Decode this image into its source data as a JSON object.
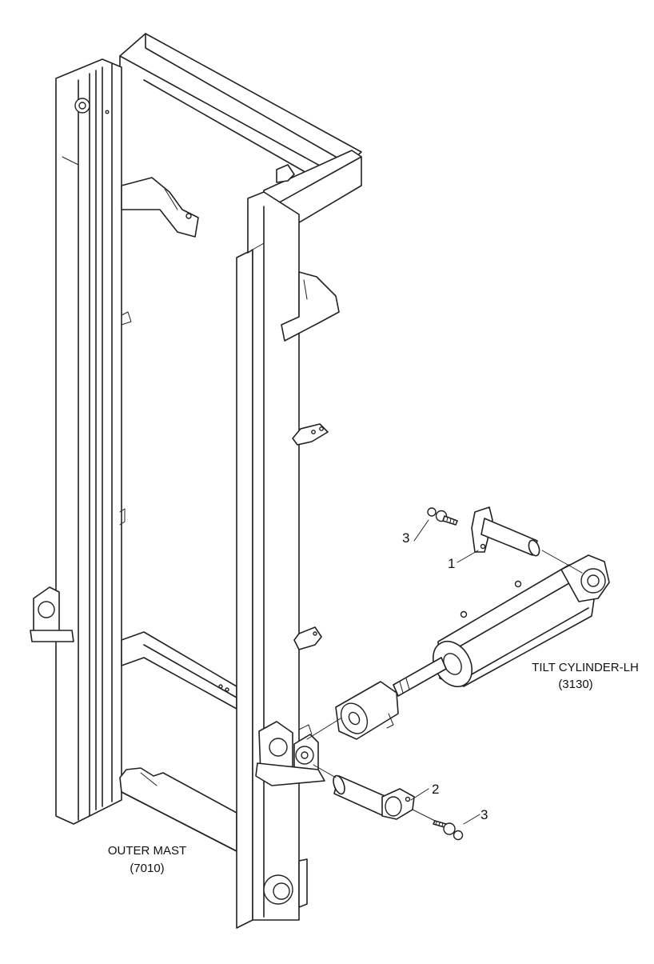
{
  "labels": {
    "outer_mast_name": "OUTER MAST",
    "outer_mast_code": "(7010)",
    "tilt_cylinder_name": "TILT CYLINDER-LH",
    "tilt_cylinder_code": "(3130)"
  },
  "callouts": [
    {
      "id": "pin-upper",
      "number": "1"
    },
    {
      "id": "pin-lower",
      "number": "2"
    },
    {
      "id": "bolt-upper",
      "number": "3"
    },
    {
      "id": "bolt-lower",
      "number": "3"
    }
  ]
}
